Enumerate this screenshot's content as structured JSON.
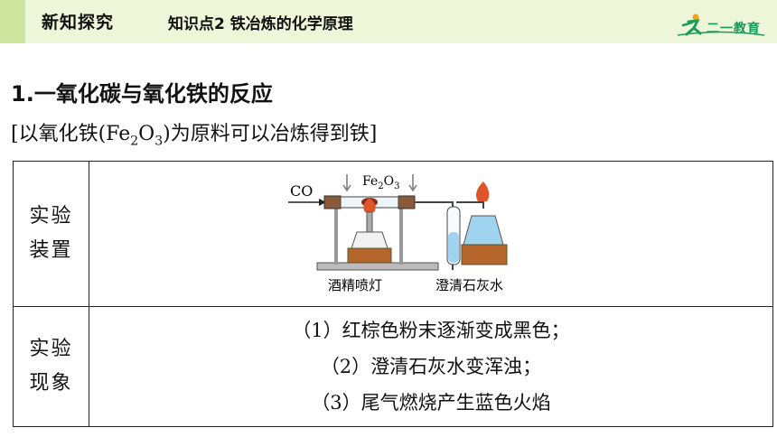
{
  "header": {
    "section": "新知探究",
    "topic": "知识点2  铁冶炼的化学原理",
    "logo_text": "二一教育"
  },
  "heading": "1.一氧化碳与氧化铁的反应",
  "subheading": {
    "pre": "[以氧化铁(Fe",
    "sub1": "2",
    "mid": "O",
    "sub2": "3",
    "post": ")为原料可以冶炼得到铁]"
  },
  "table": {
    "row1_label_line1": "实验",
    "row1_label_line2": "装置",
    "apparatus": {
      "co_label": "CO",
      "fe2o3_label": "Fe",
      "fe2o3_sub1": "2",
      "fe2o3_o": "O",
      "fe2o3_sub2": "3",
      "lamp_label": "酒精喷灯",
      "limewater_label": "澄清石灰水"
    },
    "row2_label_line1": "实验",
    "row2_label_line2": "现象",
    "observations": [
      "（1）红棕色粉末逐渐变成黑色；",
      "（2）澄清石灰水变浑浊；",
      "（3）尾气燃烧产生蓝色火焰"
    ]
  },
  "colors": {
    "topbar": "#eef6d9",
    "logo_green": "#1a9c5b",
    "limewater_blue": "#9fd3f0",
    "wood": "#b5652a",
    "flame": "#e0542a"
  }
}
